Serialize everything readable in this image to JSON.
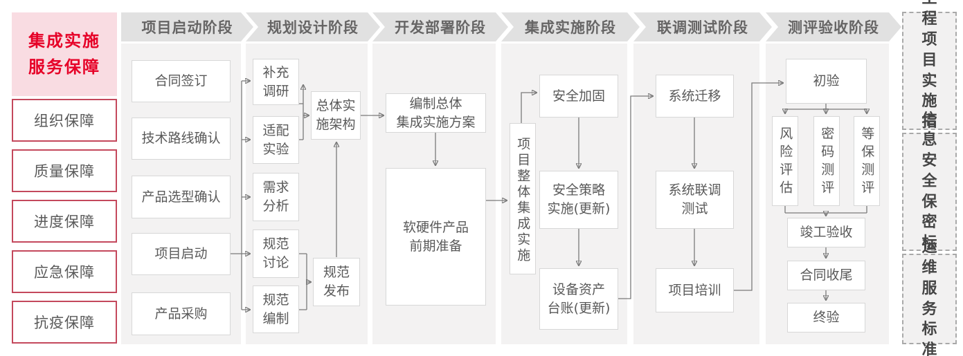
{
  "sidebar": {
    "title": "集成实施\n服务保障",
    "assurances": [
      "组织保障",
      "质量保障",
      "进度保障",
      "应急保障",
      "抗疫保障"
    ]
  },
  "phases": [
    {
      "label": "项目启动阶段",
      "boxes": {
        "contract_signing": "合同签订",
        "tech_route_confirm": "技术路线确认",
        "product_selection_confirm": "产品选型确认",
        "project_kickoff": "项目启动",
        "product_procurement": "产品采购"
      }
    },
    {
      "label": "规划设计阶段",
      "boxes": {
        "supplementary_research": "补充\n调研",
        "adaptation_experiment": "适配\n实验",
        "requirement_analysis": "需求\n分析",
        "spec_discussion": "规范\n讨论",
        "spec_drafting": "规范\n编制",
        "overall_architecture": "总体实\n施架构",
        "spec_release": "规范\n发布"
      }
    },
    {
      "label": "开发部署阶段",
      "boxes": {
        "overall_plan": "编制总体\n集成实施方案",
        "product_preparation": "软硬件产品\n前期准备"
      }
    },
    {
      "label": "集成实施阶段",
      "boxes": {
        "overall_integration": "项目整体集成实施",
        "security_hardening": "安全加固",
        "security_policy": "安全策略\n实施(更新)",
        "asset_ledger": "设备资产\n台账(更新)"
      }
    },
    {
      "label": "联调测试阶段",
      "boxes": {
        "system_migration": "系统迁移",
        "joint_testing": "系统联调\n测试",
        "project_training": "项目培训"
      }
    },
    {
      "label": "测评验收阶段",
      "boxes": {
        "initial_acceptance": "初验",
        "risk_assessment": "风险评估",
        "crypto_evaluation": "密码测评",
        "classified_protection_evaluation": "等保测评",
        "completion_acceptance": "竣工验收",
        "contract_closure": "合同收尾",
        "final_acceptance": "终验"
      }
    }
  ],
  "standards": [
    "工程\n项目\n实施\n指引",
    "信息\n安全\n保密\n标准",
    "运维\n服务\n标准"
  ],
  "colors": {
    "accent_red": "#e60027",
    "pink_bg": "#f9dce2",
    "red_border": "#c4485c",
    "panel_gray": "#f3f2f2",
    "banner_gray": "#e1e1e1",
    "box_border": "#d7d7d7",
    "text_gray": "#595959",
    "line_gray": "#7a7a7a"
  }
}
